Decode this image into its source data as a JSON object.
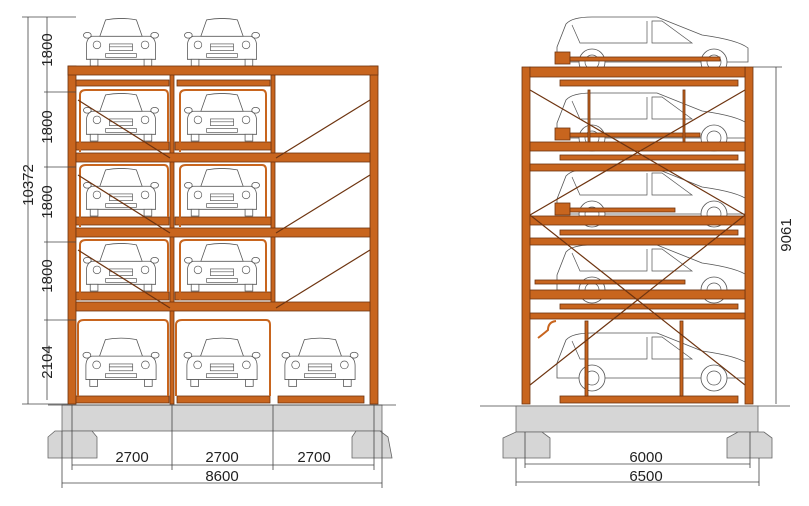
{
  "front_view": {
    "dimensions": {
      "total_height": "10372",
      "level_heights": [
        "1800",
        "1800",
        "1800",
        "1800",
        "2104"
      ],
      "bay_widths": [
        "2700",
        "2700",
        "2700"
      ],
      "total_width": "8600"
    },
    "parking_spaces": 11
  },
  "side_view": {
    "dimensions": {
      "total_height": "9061",
      "inner_length": "6000",
      "total_length": "6500"
    },
    "parking_levels": 5
  },
  "colors": {
    "steel": "#c8651e",
    "foundation": "#d6d6d6"
  }
}
